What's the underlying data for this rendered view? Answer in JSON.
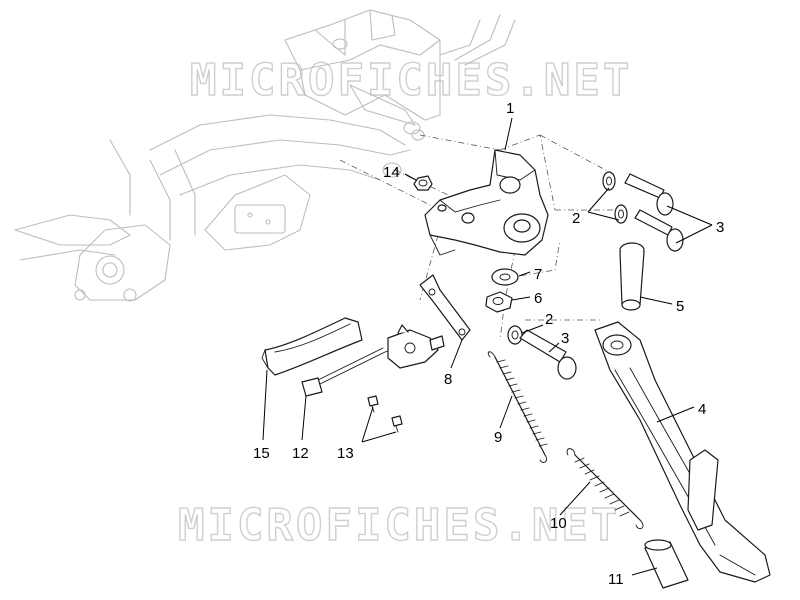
{
  "watermark": {
    "top": "MICROFICHES.NET",
    "bottom": "MICROFICHES.NET"
  },
  "callouts": [
    {
      "id": "1",
      "part": "side-stand-bracket"
    },
    {
      "id": "2",
      "part": "washer"
    },
    {
      "id": "3",
      "part": "screw"
    },
    {
      "id": "14",
      "part": "nut"
    },
    {
      "id": "7",
      "part": "washer"
    },
    {
      "id": "6",
      "part": "nut"
    },
    {
      "id": "5",
      "part": "pivot-bolt"
    },
    {
      "id": "2",
      "part": "washer"
    },
    {
      "id": "3",
      "part": "screw"
    },
    {
      "id": "8",
      "part": "plate"
    },
    {
      "id": "4",
      "part": "side-stand"
    },
    {
      "id": "9",
      "part": "spring"
    },
    {
      "id": "10",
      "part": "spring"
    },
    {
      "id": "11",
      "part": "rubber-pad"
    },
    {
      "id": "12",
      "part": "side-stand-switch"
    },
    {
      "id": "13",
      "part": "screw"
    },
    {
      "id": "15",
      "part": "cable-sleeve"
    }
  ],
  "colors": {
    "ghost_frame": "#bdbdbd",
    "part_outline": "#1a1a1a",
    "watermark": "#cfcfcf"
  }
}
